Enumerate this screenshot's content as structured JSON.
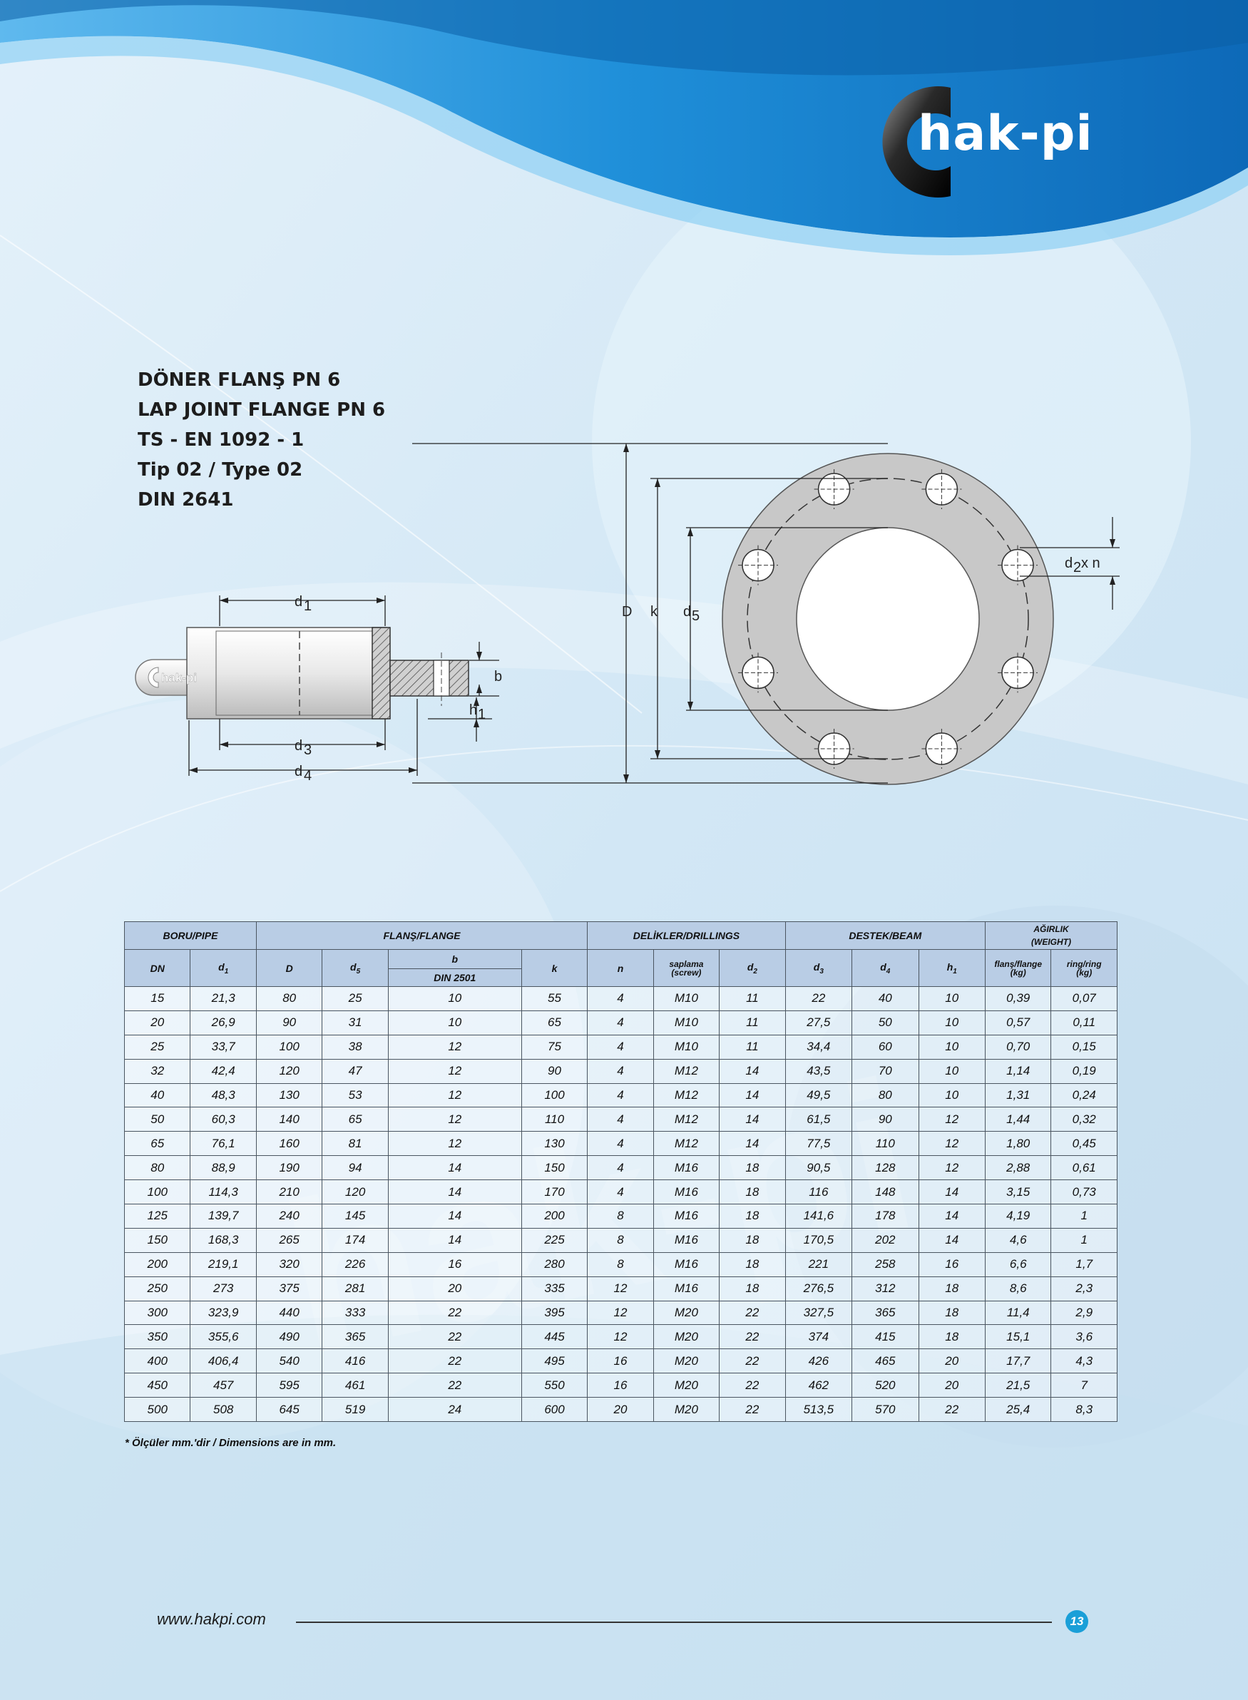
{
  "brand": {
    "name": "hak-pi",
    "logo_letter": "C",
    "colors": {
      "blue": "#1a9fd8",
      "dark": "#1a1a1a",
      "header_fill": "#b9cde5"
    }
  },
  "titles": [
    "DÖNER  FLANŞ PN 6",
    "LAP JOINT FLANGE PN 6",
    "TS - EN 1092 - 1",
    "Tip 02 / Type 02",
    "DIN 2641"
  ],
  "drawing": {
    "side_labels": {
      "d1": "d",
      "d1_sub": "1",
      "d3": "d",
      "d3_sub": "3",
      "d4": "d",
      "d4_sub": "4",
      "b": "b",
      "h1": "h",
      "h1_sub": "1",
      "logo": "hak-pi"
    },
    "front_labels": {
      "D": "D",
      "k": "k",
      "d5": "d",
      "d5_sub": "5",
      "d2": "d",
      "d2_sub": "2",
      "d2_suffix": "x n"
    }
  },
  "table": {
    "groups": [
      "BORU/PIPE",
      "FLANŞ/FLANGE",
      "DELİKLER/DRILLINGS",
      "DESTEK/BEAM",
      "AĞIRLIK",
      "(WEIGHT)"
    ],
    "columns": {
      "DN": "DN",
      "d1": "d",
      "d1_sub": "1",
      "D": "D",
      "d5": "d",
      "d5_sub": "5",
      "b": "b",
      "b_std": "DIN 2501",
      "k": "k",
      "n": "n",
      "saplama": "saplama",
      "screw": "(screw)",
      "d2": "d",
      "d2_sub": "2",
      "d3": "d",
      "d3_sub": "3",
      "d4": "d",
      "d4_sub": "4",
      "h1": "h",
      "h1_sub": "1",
      "w_flange": "flanş/flange",
      "w_flange_unit": "(kg)",
      "w_ring": "ring/ring",
      "w_ring_unit": "(kg)"
    },
    "rows": [
      [
        "15",
        "21,3",
        "80",
        "25",
        "10",
        "55",
        "4",
        "M10",
        "11",
        "22",
        "40",
        "10",
        "0,39",
        "0,07"
      ],
      [
        "20",
        "26,9",
        "90",
        "31",
        "10",
        "65",
        "4",
        "M10",
        "11",
        "27,5",
        "50",
        "10",
        "0,57",
        "0,11"
      ],
      [
        "25",
        "33,7",
        "100",
        "38",
        "12",
        "75",
        "4",
        "M10",
        "11",
        "34,4",
        "60",
        "10",
        "0,70",
        "0,15"
      ],
      [
        "32",
        "42,4",
        "120",
        "47",
        "12",
        "90",
        "4",
        "M12",
        "14",
        "43,5",
        "70",
        "10",
        "1,14",
        "0,19"
      ],
      [
        "40",
        "48,3",
        "130",
        "53",
        "12",
        "100",
        "4",
        "M12",
        "14",
        "49,5",
        "80",
        "10",
        "1,31",
        "0,24"
      ],
      [
        "50",
        "60,3",
        "140",
        "65",
        "12",
        "110",
        "4",
        "M12",
        "14",
        "61,5",
        "90",
        "12",
        "1,44",
        "0,32"
      ],
      [
        "65",
        "76,1",
        "160",
        "81",
        "12",
        "130",
        "4",
        "M12",
        "14",
        "77,5",
        "110",
        "12",
        "1,80",
        "0,45"
      ],
      [
        "80",
        "88,9",
        "190",
        "94",
        "14",
        "150",
        "4",
        "M16",
        "18",
        "90,5",
        "128",
        "12",
        "2,88",
        "0,61"
      ],
      [
        "100",
        "114,3",
        "210",
        "120",
        "14",
        "170",
        "4",
        "M16",
        "18",
        "116",
        "148",
        "14",
        "3,15",
        "0,73"
      ],
      [
        "125",
        "139,7",
        "240",
        "145",
        "14",
        "200",
        "8",
        "M16",
        "18",
        "141,6",
        "178",
        "14",
        "4,19",
        "1"
      ],
      [
        "150",
        "168,3",
        "265",
        "174",
        "14",
        "225",
        "8",
        "M16",
        "18",
        "170,5",
        "202",
        "14",
        "4,6",
        "1"
      ],
      [
        "200",
        "219,1",
        "320",
        "226",
        "16",
        "280",
        "8",
        "M16",
        "18",
        "221",
        "258",
        "16",
        "6,6",
        "1,7"
      ],
      [
        "250",
        "273",
        "375",
        "281",
        "20",
        "335",
        "12",
        "M16",
        "18",
        "276,5",
        "312",
        "18",
        "8,6",
        "2,3"
      ],
      [
        "300",
        "323,9",
        "440",
        "333",
        "22",
        "395",
        "12",
        "M20",
        "22",
        "327,5",
        "365",
        "18",
        "11,4",
        "2,9"
      ],
      [
        "350",
        "355,6",
        "490",
        "365",
        "22",
        "445",
        "12",
        "M20",
        "22",
        "374",
        "415",
        "18",
        "15,1",
        "3,6"
      ],
      [
        "400",
        "406,4",
        "540",
        "416",
        "22",
        "495",
        "16",
        "M20",
        "22",
        "426",
        "465",
        "20",
        "17,7",
        "4,3"
      ],
      [
        "450",
        "457",
        "595",
        "461",
        "22",
        "550",
        "16",
        "M20",
        "22",
        "462",
        "520",
        "20",
        "21,5",
        "7"
      ],
      [
        "500",
        "508",
        "645",
        "519",
        "24",
        "600",
        "20",
        "M20",
        "22",
        "513,5",
        "570",
        "22",
        "25,4",
        "8,3"
      ]
    ]
  },
  "note": "* Ölçüler mm.'dir / Dimensions are in mm.",
  "footer": {
    "url": "www.hakpi.com",
    "page": "13"
  }
}
